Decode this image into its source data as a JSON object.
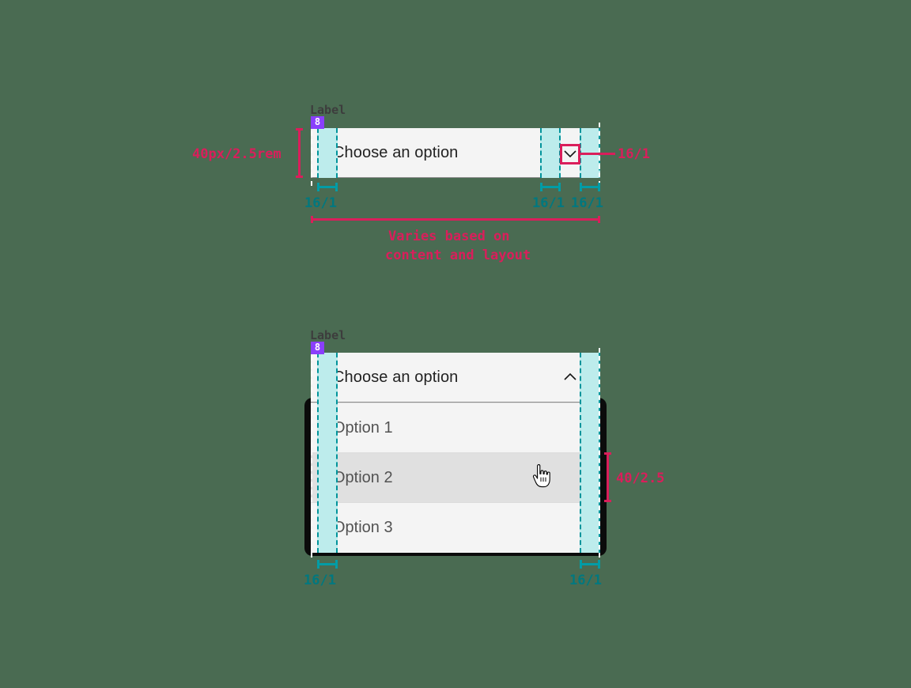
{
  "page": {
    "background_color": "#4a6b52",
    "title": "Dropdown component spacing specification"
  },
  "colors": {
    "accent_pink": "#da1e5b",
    "accent_teal": "#00787f",
    "spacer_fill": "#bdecec",
    "spacer_border": "#00949b",
    "badge_purple": "#8a3ffc",
    "field_bg": "#f4f4f4",
    "hover_bg": "#e0e0e0",
    "field_border": "#8c8c8c",
    "menu_shadow": "#0b0b0b"
  },
  "closed_dropdown": {
    "label": "Label",
    "label_badge": "8",
    "field_value": "Choose an option",
    "chevron_icon": "chevron-down-icon",
    "annotations": {
      "height": "40px/2.5rem",
      "left_padding": "16/1",
      "icon_gap": "16/1",
      "right_padding": "16/1",
      "icon_size": "16/1",
      "width_note_line1": "Varies based on",
      "width_note_line2": "content and layout"
    }
  },
  "open_dropdown": {
    "label": "Label",
    "label_badge": "8",
    "field_value": "Choose an option",
    "chevron_icon": "chevron-up-icon",
    "options": [
      {
        "label": "Option 1",
        "state": "default"
      },
      {
        "label": "Option 2",
        "state": "hover"
      },
      {
        "label": "Option 3",
        "state": "default"
      }
    ],
    "annotations": {
      "option_height": "40/2.5",
      "left_padding": "16/1",
      "right_padding": "16/1"
    },
    "cursor": "pointer-hand-cursor"
  }
}
